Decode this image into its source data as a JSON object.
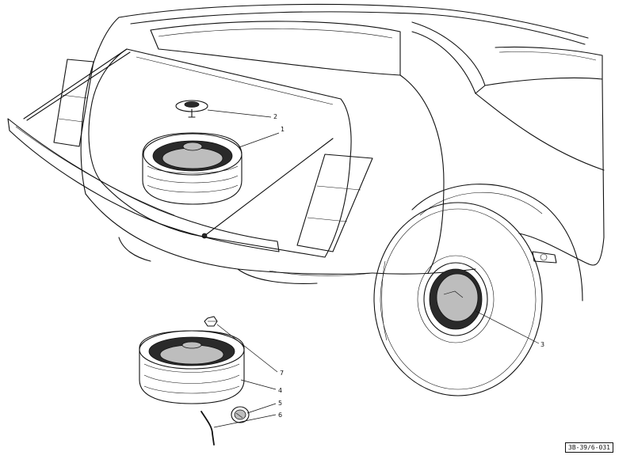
{
  "callouts": [
    {
      "id": "1",
      "label": "1"
    },
    {
      "id": "2",
      "label": "2"
    },
    {
      "id": "3",
      "label": "3"
    },
    {
      "id": "4",
      "label": "4"
    },
    {
      "id": "5",
      "label": "5"
    },
    {
      "id": "6",
      "label": "6"
    },
    {
      "id": "7",
      "label": "7"
    }
  ],
  "reference_code": "3B-39/6-031",
  "colors": {
    "ink": "#111111",
    "paper": "#ffffff"
  }
}
